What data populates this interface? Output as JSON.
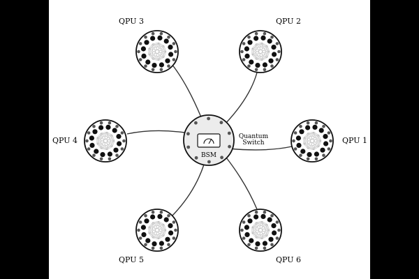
{
  "switch": {
    "label_line1": "Quantum",
    "label_line2": "Switch",
    "device_label": "BSM"
  },
  "qpus": [
    {
      "label": "QPU 1"
    },
    {
      "label": "QPU 2"
    },
    {
      "label": "QPU 3"
    },
    {
      "label": "QPU 4"
    },
    {
      "label": "QPU 5"
    },
    {
      "label": "QPU 6"
    }
  ]
}
